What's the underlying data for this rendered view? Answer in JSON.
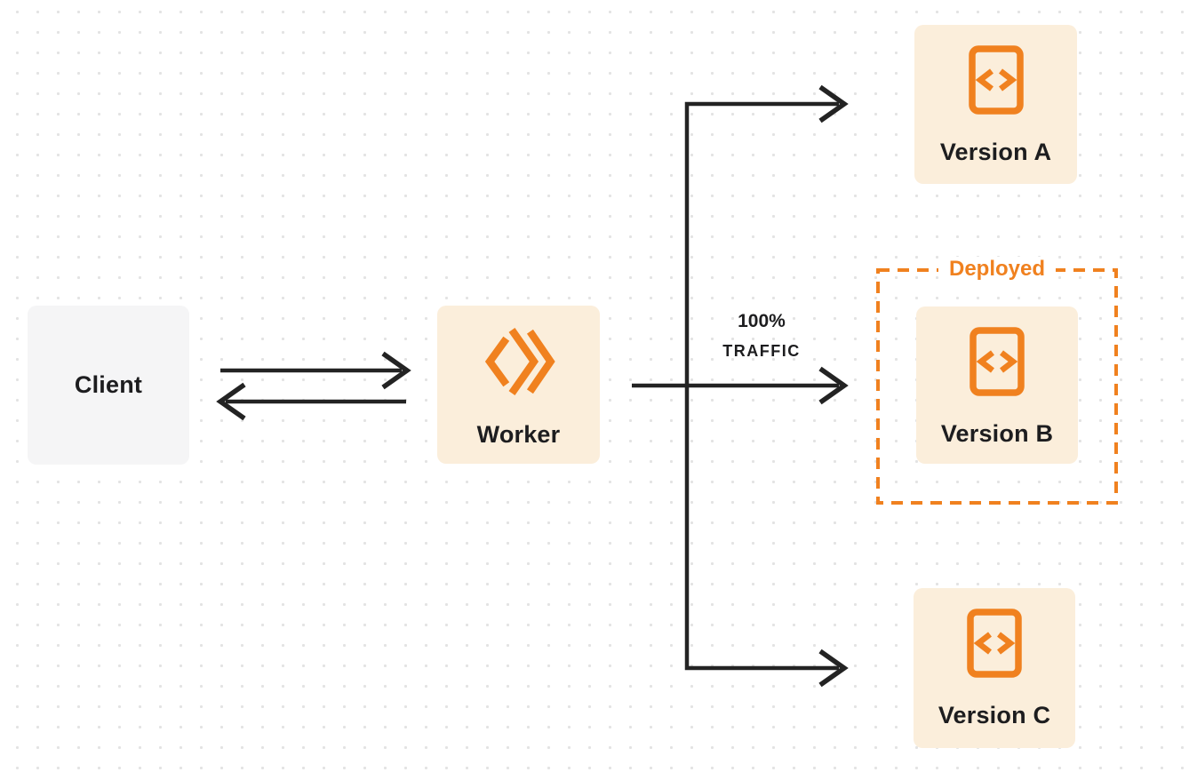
{
  "diagram": {
    "nodes": {
      "client": {
        "label": "Client"
      },
      "worker": {
        "label": "Worker",
        "icon": "cloudflare-workers-icon"
      },
      "version_a": {
        "label": "Version A",
        "icon": "code-file-icon"
      },
      "version_b": {
        "label": "Version B",
        "icon": "code-file-icon"
      },
      "version_c": {
        "label": "Version C",
        "icon": "code-file-icon"
      }
    },
    "annotations": {
      "deployed_label": "Deployed",
      "traffic_line1": "100%",
      "traffic_line2": "TRAFFIC"
    },
    "colors": {
      "accent_orange": "#f0811f",
      "node_cream_bg": "#fbeedb",
      "node_gray_bg": "#f5f5f6",
      "arrow_dark": "#232323",
      "text_dark": "#1d1d1f",
      "dot_grid": "#e3e3e3"
    }
  }
}
